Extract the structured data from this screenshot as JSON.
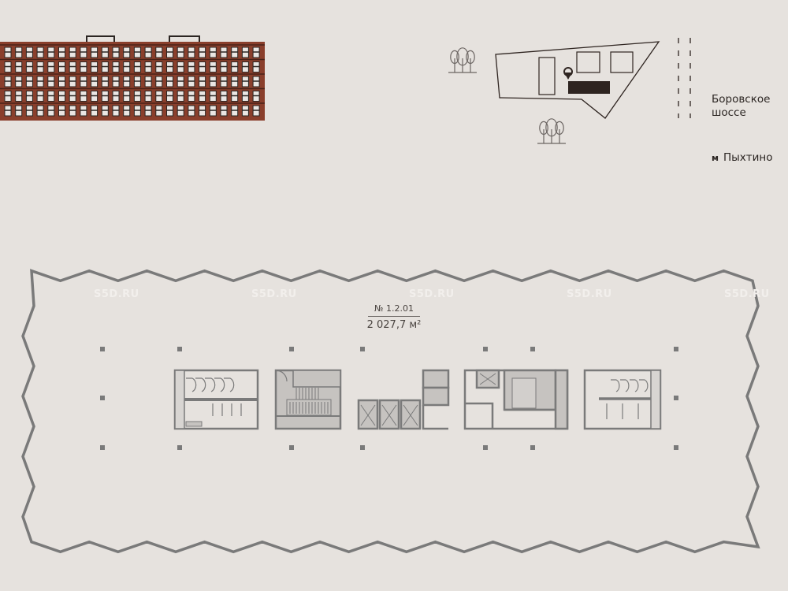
{
  "location_map": {
    "road_label": "Боровское шоссе",
    "road_line1": "Боровское",
    "road_line2": "шоссе",
    "metro_icon": "metro-m-icon",
    "metro_symbol": "м",
    "metro_station": "Пыхтино",
    "marker_icon": "map-pin-icon",
    "highlight_color": "#2e2420"
  },
  "floor_plan": {
    "unit_number": "№ 1.2.01",
    "unit_area": "2 027,7 м²",
    "outline_color": "#7a7a7a",
    "core_fill": "#c6c3c0"
  },
  "facade": {
    "brick_color": "#8a3f2c"
  },
  "watermarks": [
    "S5D.RU",
    "S5D.RU",
    "S5D.RU",
    "S5D.RU",
    "S5D.RU"
  ]
}
